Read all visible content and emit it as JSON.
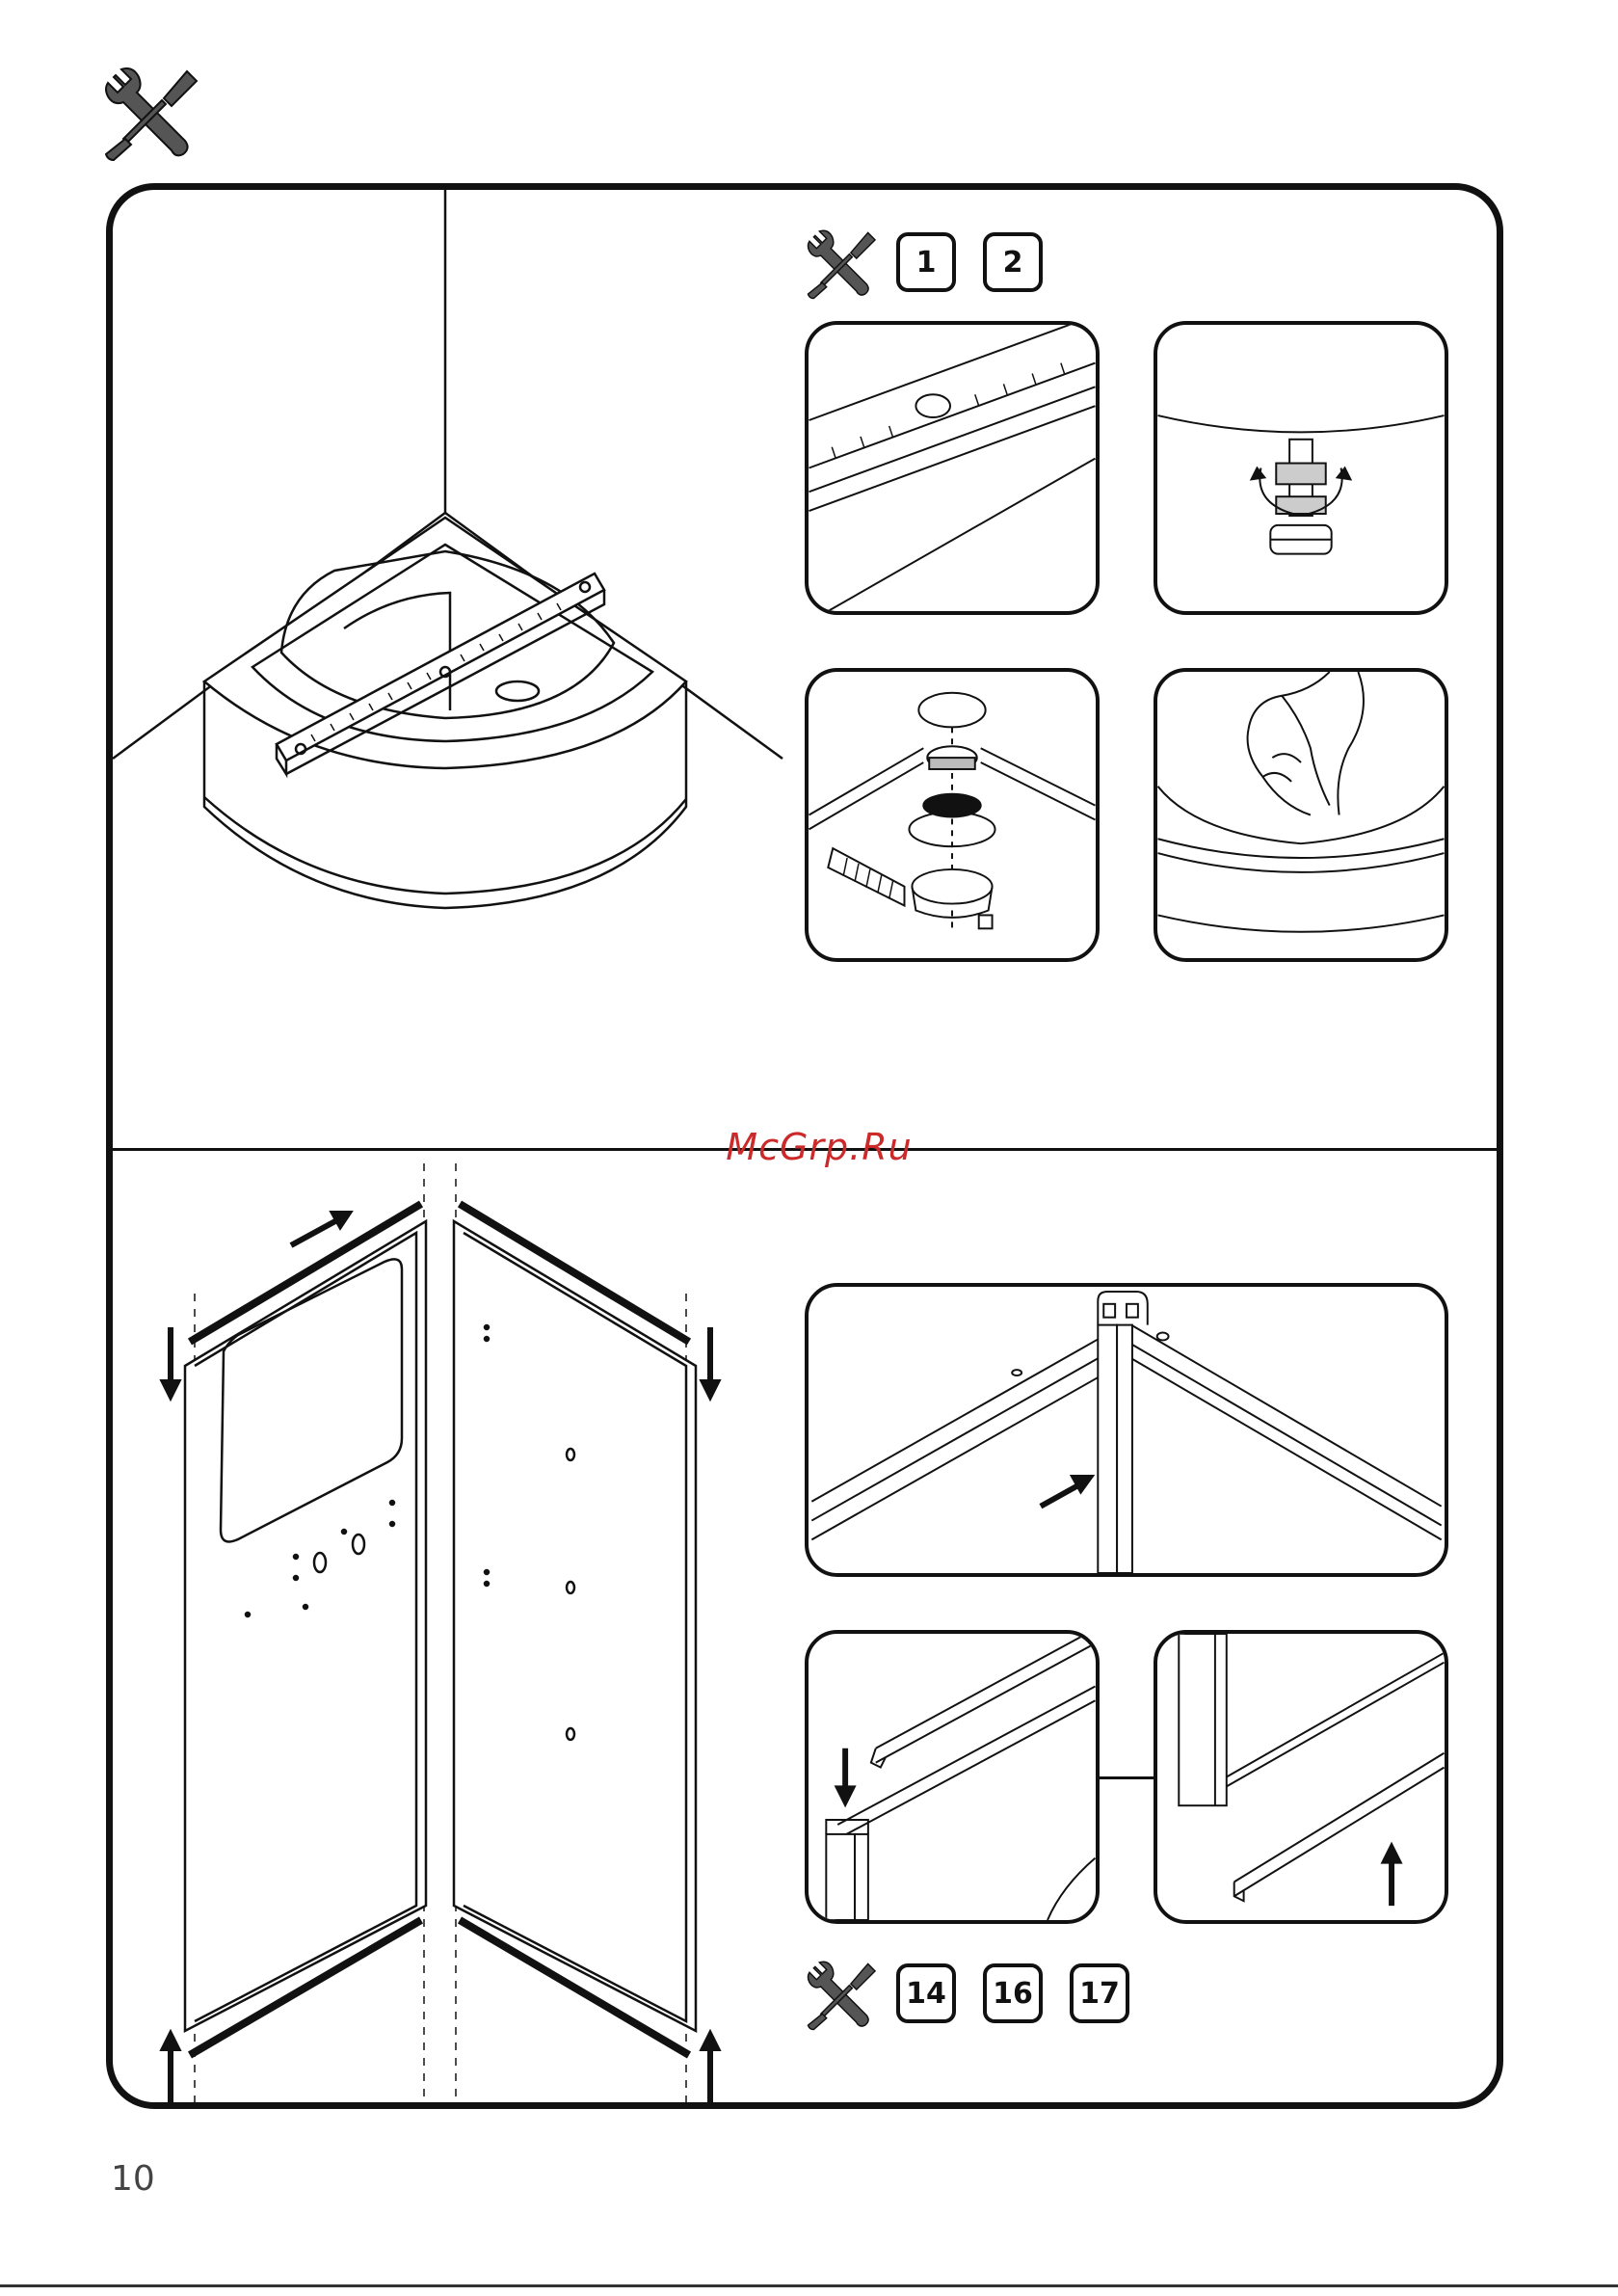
{
  "tool_badges_top": [
    "1",
    "2"
  ],
  "tool_badges_bottom": [
    "14",
    "16",
    "17"
  ],
  "watermark": "McGrp.Ru",
  "page_number": "10",
  "icons": {
    "tools": "tools-icon",
    "arrow": "arrow-icon"
  },
  "colors": {
    "line": "#111111",
    "watermark": "#cc2a2a"
  }
}
